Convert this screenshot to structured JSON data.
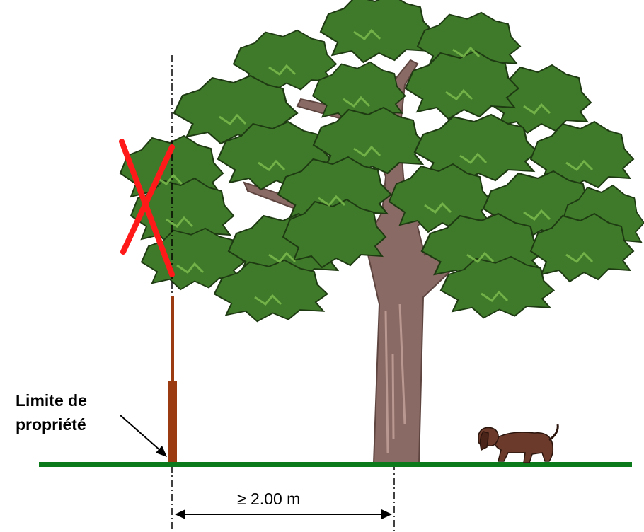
{
  "labels": {
    "property_limit_line1": "Limite de",
    "property_limit_line2": "propriété",
    "distance": "≥ 2.00 m"
  },
  "colors": {
    "ground": "#0a7a1a",
    "foliage_dark": "#2f5a1f",
    "foliage_mid": "#3f7a2a",
    "foliage_light": "#6faa4a",
    "trunk": "#8a6a64",
    "trunk_dark": "#5e4540",
    "fence_post": "#9a3b12",
    "cross": "#ff1a1a",
    "dog": "#6b3a2a"
  },
  "icons": {
    "tree": "tree-illustration",
    "dog": "dog-illustration",
    "forbidden": "red-x-mark"
  }
}
